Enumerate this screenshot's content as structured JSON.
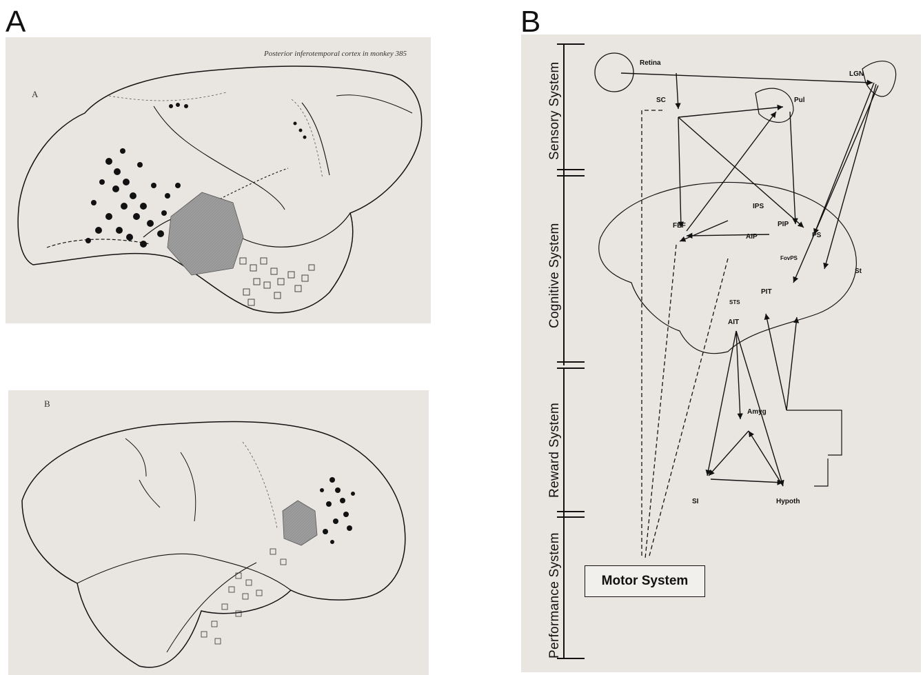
{
  "panel_a": {
    "letter": "A",
    "top_photo": {
      "running_head": "Posterior inferotemporal cortex in monkey 385",
      "fig_letter": "A"
    },
    "bottom_photo": {
      "fig_letter": "B"
    }
  },
  "panel_b": {
    "letter": "B",
    "systems": [
      "Sensory System",
      "Cognitive System",
      "Reward System",
      "Performance System"
    ],
    "nodes": {
      "retina": "Retina",
      "lgn": "LGN",
      "sc": "SC",
      "pul": "Pul",
      "fef": "FEF",
      "ips": "IPS",
      "pip": "PIP",
      "aip": "AIP",
      "ps": "PS",
      "fovps": "FovPS",
      "st": "St",
      "pit": "PIT",
      "sts": "STS",
      "ait": "AIT",
      "amyg": "Amyg",
      "si": "SI",
      "hypoth": "Hypoth"
    },
    "motor_box": "Motor System"
  },
  "colors": {
    "photo_bg": "#e9e6e1",
    "ink": "#111111",
    "lesion_gray": "#9d9d9d"
  }
}
